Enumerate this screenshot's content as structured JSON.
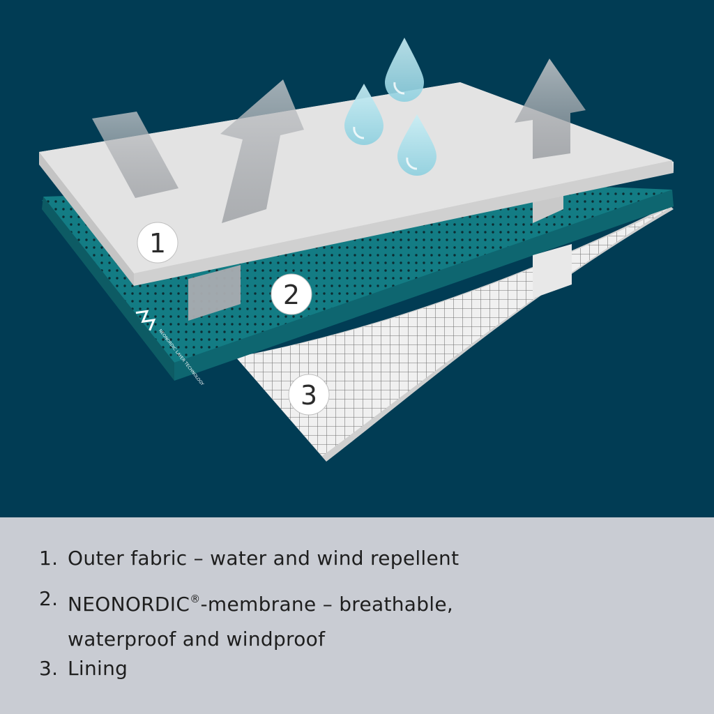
{
  "colors": {
    "background": "#013c54",
    "outer_fabric": "#e6e6e6",
    "membrane": "#137c84",
    "lining": "#d2d2d2",
    "legend_background": "#c9ccd3",
    "legend_text": "#1e1e1e"
  },
  "diagram": {
    "badges": [
      "1",
      "2",
      "3"
    ],
    "icons": [
      "water-drop-icon",
      "arrow-up-icon",
      "neonordic-logo"
    ],
    "logo_text": "NEONORDIC LAYER TECHNOLOGY"
  },
  "legend": [
    {
      "num": "1.",
      "line1": "Outer fabric – water and wind repellent"
    },
    {
      "num": "2.",
      "brand": "NEONORDIC",
      "reg": "®",
      "line1_rest": "-membrane – breathable,",
      "line2": "waterproof and windproof"
    },
    {
      "num": "3.",
      "line1": "Lining"
    }
  ]
}
